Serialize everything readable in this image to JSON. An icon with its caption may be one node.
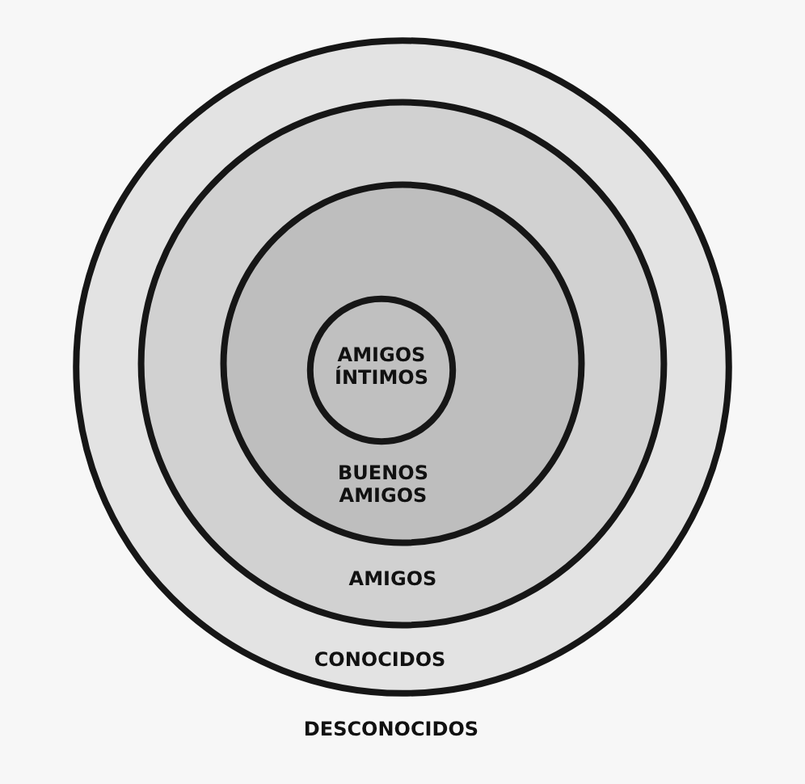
{
  "diagram": {
    "nodes": [
      {
        "text": [
          "CONOCIDOS"
        ]
      },
      {
        "text": [
          "AMIGOS"
        ],
        "in": 0
      },
      {
        "text": [
          "BUENOS AMIGOS"
        ],
        "in": 1
      },
      {
        "text": [
          "AMIGOS ÍNTIMOS"
        ],
        "in": 2
      }
    ],
    "labels": [
      "DESCONOCIDOS"
    ]
  }
}
